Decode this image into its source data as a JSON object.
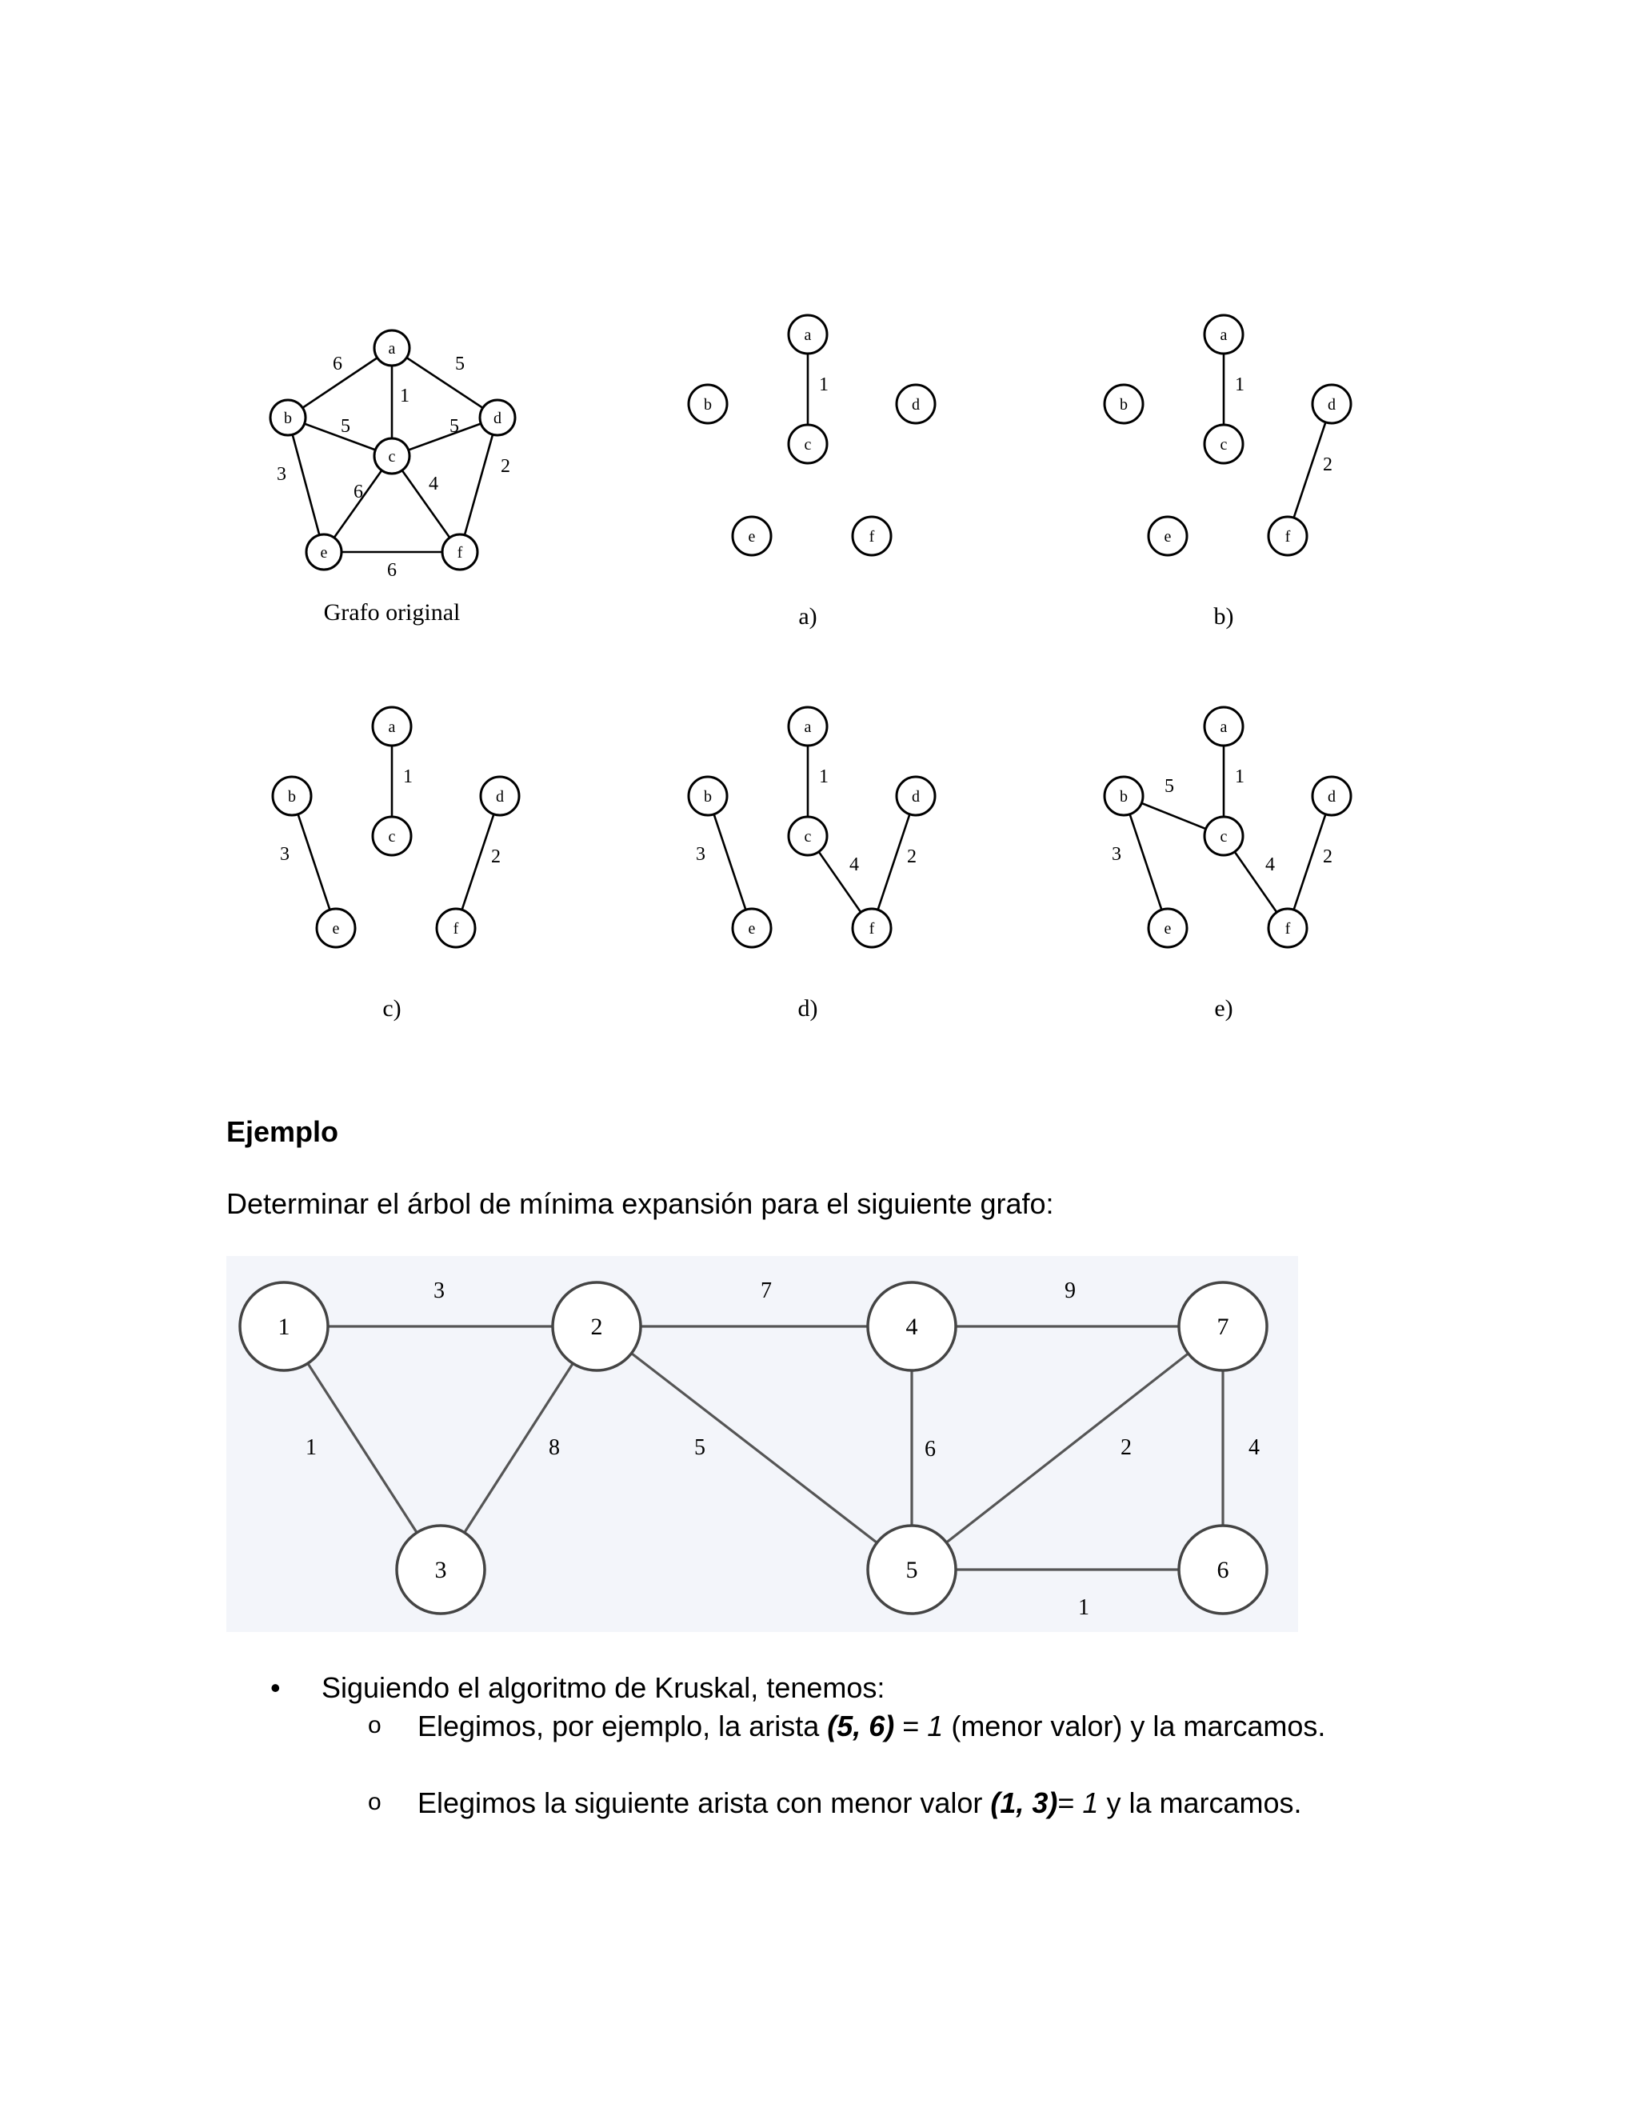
{
  "figures": {
    "original": {
      "caption": "Grafo original",
      "nodes": [
        "a",
        "b",
        "c",
        "d",
        "e",
        "f"
      ],
      "edges": [
        {
          "from": "a",
          "to": "b",
          "weight": "6"
        },
        {
          "from": "a",
          "to": "d",
          "weight": "5"
        },
        {
          "from": "a",
          "to": "c",
          "weight": "1"
        },
        {
          "from": "b",
          "to": "c",
          "weight": "5"
        },
        {
          "from": "c",
          "to": "d",
          "weight": "5"
        },
        {
          "from": "b",
          "to": "e",
          "weight": "3"
        },
        {
          "from": "d",
          "to": "f",
          "weight": "2"
        },
        {
          "from": "c",
          "to": "e",
          "weight": "6"
        },
        {
          "from": "c",
          "to": "f",
          "weight": "4"
        },
        {
          "from": "e",
          "to": "f",
          "weight": "6"
        }
      ]
    },
    "steps": [
      {
        "caption": "a)",
        "edges": [
          {
            "from": "a",
            "to": "c",
            "weight": "1"
          }
        ]
      },
      {
        "caption": "b)",
        "edges": [
          {
            "from": "a",
            "to": "c",
            "weight": "1"
          },
          {
            "from": "d",
            "to": "f",
            "weight": "2"
          }
        ]
      },
      {
        "caption": "c)",
        "edges": [
          {
            "from": "a",
            "to": "c",
            "weight": "1"
          },
          {
            "from": "d",
            "to": "f",
            "weight": "2"
          },
          {
            "from": "b",
            "to": "e",
            "weight": "3"
          }
        ]
      },
      {
        "caption": "d)",
        "edges": [
          {
            "from": "a",
            "to": "c",
            "weight": "1"
          },
          {
            "from": "d",
            "to": "f",
            "weight": "2"
          },
          {
            "from": "b",
            "to": "e",
            "weight": "3"
          },
          {
            "from": "c",
            "to": "f",
            "weight": "4"
          }
        ]
      },
      {
        "caption": "e)",
        "edges": [
          {
            "from": "a",
            "to": "c",
            "weight": "1"
          },
          {
            "from": "d",
            "to": "f",
            "weight": "2"
          },
          {
            "from": "b",
            "to": "e",
            "weight": "3"
          },
          {
            "from": "c",
            "to": "f",
            "weight": "4"
          },
          {
            "from": "b",
            "to": "c",
            "weight": "5"
          }
        ]
      }
    ]
  },
  "section": {
    "heading": "Ejemplo",
    "intro": "Determinar el árbol de mínima expansión para el siguiente grafo:"
  },
  "example_graph": {
    "nodes": [
      "1",
      "2",
      "3",
      "4",
      "5",
      "6",
      "7"
    ],
    "edges": [
      {
        "from": "1",
        "to": "2",
        "weight": "3"
      },
      {
        "from": "2",
        "to": "4",
        "weight": "7"
      },
      {
        "from": "4",
        "to": "7",
        "weight": "9"
      },
      {
        "from": "1",
        "to": "3",
        "weight": "1"
      },
      {
        "from": "2",
        "to": "3",
        "weight": "8"
      },
      {
        "from": "2",
        "to": "5",
        "weight": "5"
      },
      {
        "from": "4",
        "to": "5",
        "weight": "6"
      },
      {
        "from": "7",
        "to": "5",
        "weight": "2"
      },
      {
        "from": "7",
        "to": "6",
        "weight": "4"
      },
      {
        "from": "5",
        "to": "6",
        "weight": "1"
      }
    ]
  },
  "list": {
    "bullet_marker": "•",
    "sub_marker": "o",
    "item": "Siguiendo el algoritmo de Kruskal, tenemos:",
    "sub1": {
      "a": "Elegimos, por ejemplo, la arista ",
      "edge": "(5, 6)",
      "eq": " = ",
      "val": "1",
      "b": " (menor valor) y la marcamos."
    },
    "sub2": {
      "a": "Elegimos la siguiente arista con menor valor ",
      "edge": "(1, 3)",
      "eq": "= ",
      "val": "1",
      "b": " y la marcamos."
    }
  }
}
